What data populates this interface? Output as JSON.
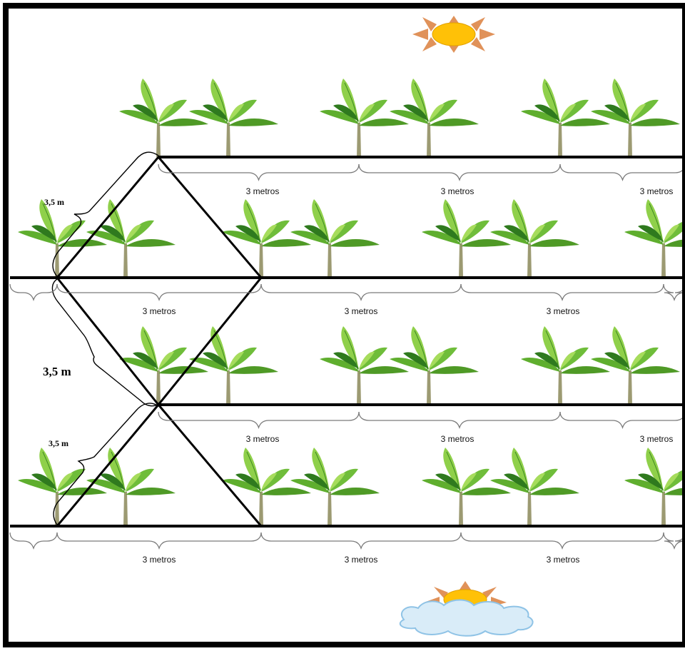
{
  "diagram": {
    "spacing_label": "3 metros",
    "diagonal_label_small": "3,5 m",
    "diagonal_label_large": "3,5 m",
    "colors": {
      "leaf_light": "#8fd04a",
      "leaf_mid": "#5fae2e",
      "leaf_dark": "#2f7a1e",
      "stem": "#9c9a72",
      "sun": "#ffc107",
      "sun_rays": "#e0925a",
      "cloud": "#d9ecf8",
      "cloud_edge": "#8fc3e6"
    },
    "icons": [
      "sun-icon",
      "sun-cloud-icon",
      "banana-plant-icon"
    ]
  }
}
